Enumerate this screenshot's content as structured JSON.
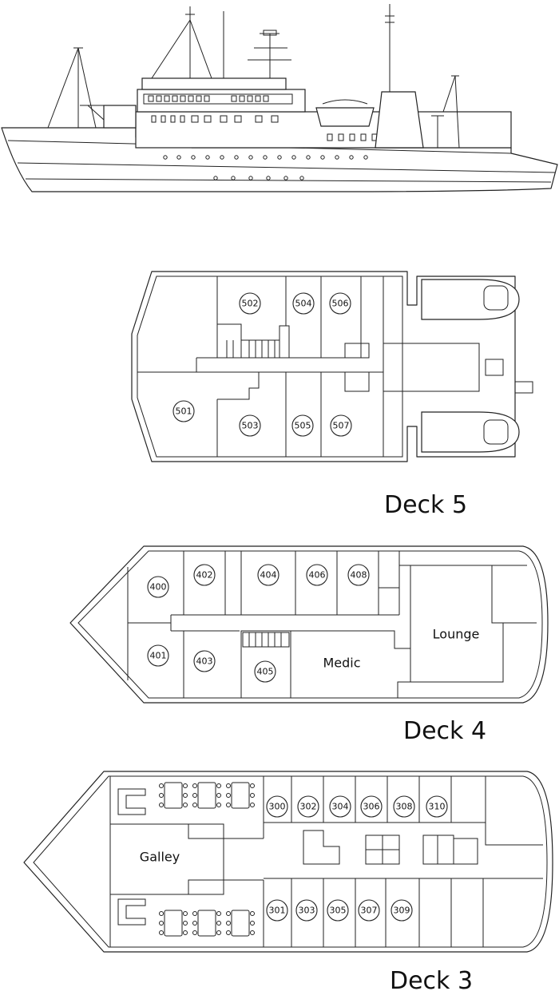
{
  "decks": [
    {
      "title": "Deck 5",
      "cabins": [
        "501",
        "502",
        "503",
        "504",
        "505",
        "506",
        "507"
      ],
      "rooms": []
    },
    {
      "title": "Deck 4",
      "cabins": [
        "400",
        "401",
        "402",
        "403",
        "404",
        "405",
        "406",
        "408"
      ],
      "rooms": [
        "Medic",
        "Lounge"
      ]
    },
    {
      "title": "Deck 3",
      "cabins": [
        "300",
        "301",
        "302",
        "303",
        "304",
        "305",
        "306",
        "307",
        "308",
        "309",
        "310"
      ],
      "rooms": [
        "Galley"
      ]
    }
  ]
}
